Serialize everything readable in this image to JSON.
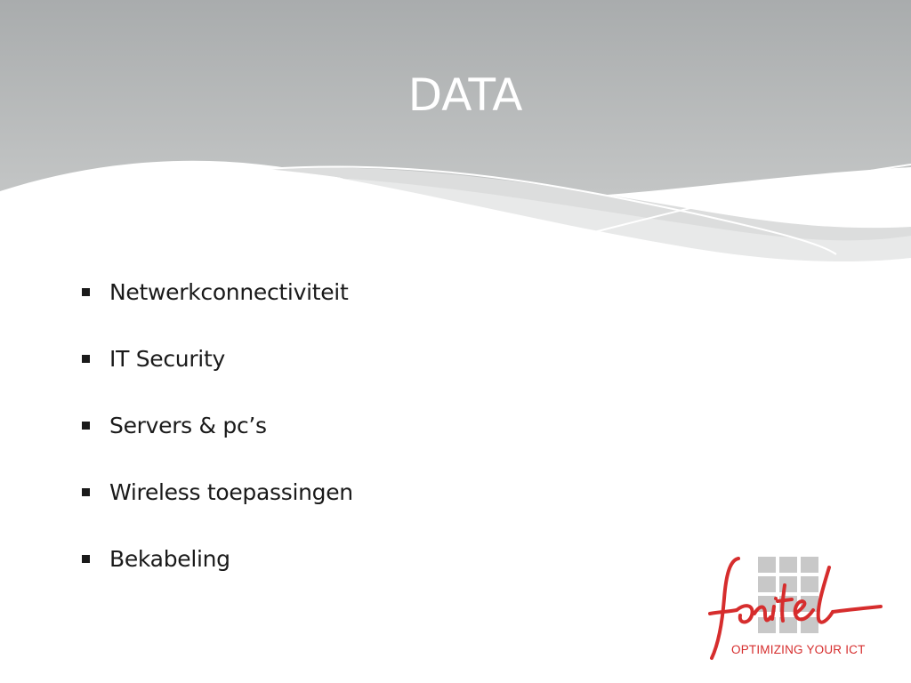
{
  "slide": {
    "title": "DATA"
  },
  "bullets": [
    "Netwerkconnectiviteit",
    "IT Security",
    "Servers & pc’s",
    "Wireless toepassingen",
    "Bekabeling"
  ],
  "logo": {
    "wordmark": "fonitel",
    "tagline": "OPTIMIZING YOUR ICT"
  },
  "colors": {
    "header_gray": "#b9bcbc",
    "brand_red": "#d62d2d",
    "logo_gray": "#c8c8c8",
    "text": "#1a1a1a"
  }
}
